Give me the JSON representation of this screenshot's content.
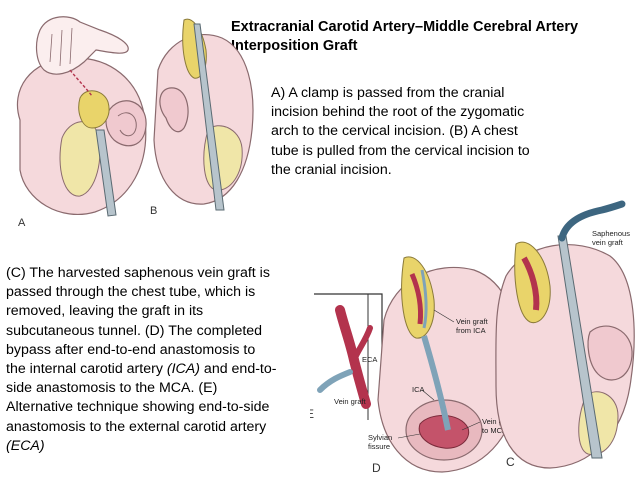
{
  "title": {
    "line1": "Extracranial Carotid Artery–Middle Cerebral Artery",
    "line2": "Interposition Graft"
  },
  "description_ab": {
    "line1": "A) A clamp is passed from the cranial",
    "line2": "incision behind the root of the zygomatic",
    "line3": "arch to the cervical incision. (B) A chest",
    "line4": "tube is pulled from the cervical incision to",
    "line5": "the cranial incision."
  },
  "description_cde": {
    "line1": "(C) The harvested saphenous vein graft is",
    "line2": "passed through the chest tube, which is",
    "line3": "removed, leaving the graft in its",
    "line4": "subcutaneous tunnel. (D) The completed",
    "line5": "bypass after end-to-end anastomosis to",
    "line6_pre": "the internal carotid artery ",
    "line6_em": "(ICA)",
    "line6_post": " and end-to-",
    "line7": "side anastomosis to the MCA. (E)",
    "line8": "Alternative technique showing end-to-side",
    "line9": "anastomosis to the external carotid artery",
    "line10": "(ECA)"
  },
  "figure_labels": {
    "a": "A",
    "b": "B",
    "c": "C",
    "d": "D",
    "e": "E"
  },
  "annotations": {
    "saphenous_line1": "Saphenous",
    "saphenous_line2": "vein graft",
    "vein_graft_from_ica_line1": "Vein graft",
    "vein_graft_from_ica_line2": "from ICA",
    "eca": "ECA",
    "ica": "ICA",
    "vein_graft": "Vein graft",
    "vein_graft_to_mca_line1": "Vein graft",
    "vein_graft_to_mca_line2": "to MCA",
    "sylvian_line1": "Sylvian",
    "sylvian_line2": "fissure"
  },
  "colors": {
    "skin": "#f5d9dc",
    "skin_outline": "#8a6a6e",
    "tissue_yellow": "#f0e6a8",
    "vessel_red": "#b3334d",
    "graft_blue": "#7fa3b8",
    "tube_gray": "#b7c4cc"
  }
}
